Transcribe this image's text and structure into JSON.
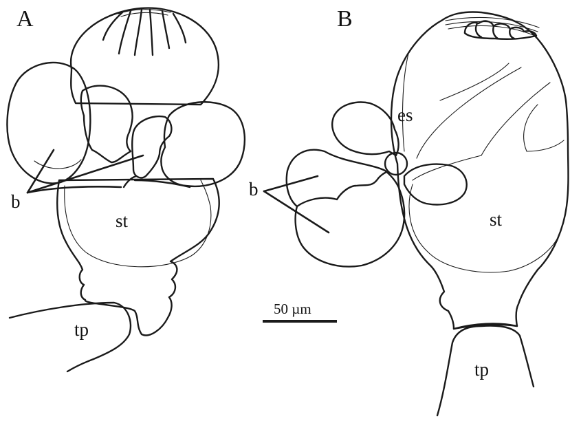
{
  "panels": [
    {
      "letter": "A",
      "labels": {
        "branches": "b",
        "stomach": "st",
        "tp": "tp"
      }
    },
    {
      "letter": "B",
      "labels": {
        "branches": "b",
        "stomach": "st",
        "es": "es",
        "tp": "tp"
      }
    }
  ],
  "scale_bar": {
    "label": "50 µm"
  },
  "colors": {
    "ink": "#1a1a1a",
    "background": "#ffffff"
  }
}
